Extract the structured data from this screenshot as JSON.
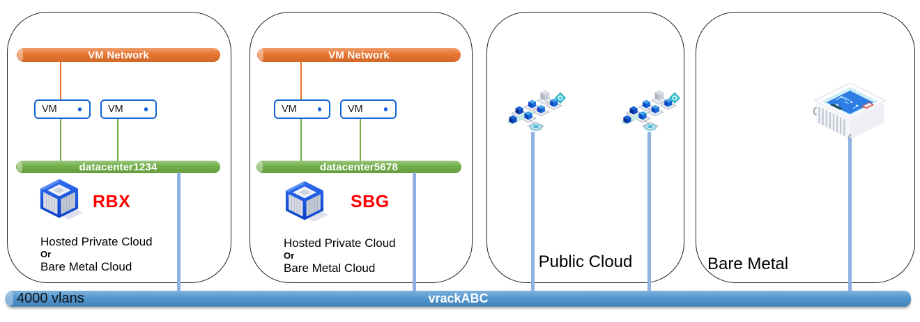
{
  "colors": {
    "vm_network_orange": "#E8752F",
    "datacenter_green": "#70AD47",
    "vrack_blue": "#4F94CE",
    "connector_light_blue": "#8FB2E0",
    "vm_border_blue": "#1262D5",
    "site_code_red": "#FE0000",
    "outline_black": "#1F1F1F"
  },
  "icons": {
    "site_icon": "hosted-private-cloud-cube-icon",
    "public_cloud_icon": "public-cloud-cluster-icon",
    "bare_metal_icon": "bare-metal-server-icon",
    "vm_status_dot": "blue-dot"
  },
  "sites": [
    {
      "site_code": "RBX",
      "vm_network_label": "VM Network",
      "vms": [
        {
          "label": "VM"
        },
        {
          "label": "VM"
        }
      ],
      "datacenter_label": "datacenter1234",
      "description_lines": [
        "Hosted Private Cloud",
        "Or",
        "Bare Metal Cloud"
      ]
    },
    {
      "site_code": "SBG",
      "vm_network_label": "VM Network",
      "vms": [
        {
          "label": "VM"
        },
        {
          "label": "VM"
        }
      ],
      "datacenter_label": "datacenter5678",
      "description_lines": [
        "Hosted Private Cloud",
        "Or",
        "Bare Metal Cloud"
      ]
    }
  ],
  "public_cloud": {
    "label": "Public Cloud"
  },
  "bare_metal": {
    "label": "Bare Metal"
  },
  "vrack": {
    "vlans_label": "4000 vlans",
    "name_label": "vrackABC"
  }
}
